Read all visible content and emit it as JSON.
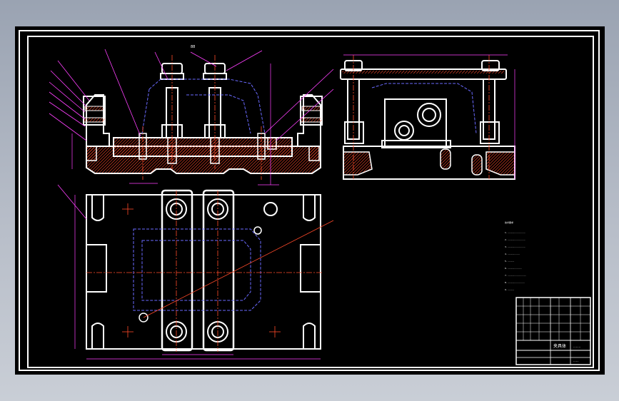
{
  "drawing": {
    "top_label": "88",
    "notes_heading": "技术要求",
    "notes": [
      "1. ..........................",
      "2. ..........................",
      "3. ..........................",
      "4. ..................",
      "5. ..........",
      "6. .....................",
      "7. ...........................",
      "8. .........................",
      "9. .........."
    ],
    "title_block": {
      "name": "夹具体",
      "company": "........",
      "drawing_no": "......"
    }
  },
  "colors": {
    "background": "#000000",
    "outline": "#ffffff",
    "hatch": "#ff4a2a",
    "centerline": "#ff4a2a",
    "hidden": "#6a6aff",
    "dimension": "#ff40ff",
    "text": "#ffffff",
    "window_bg": "#aab2bf"
  }
}
